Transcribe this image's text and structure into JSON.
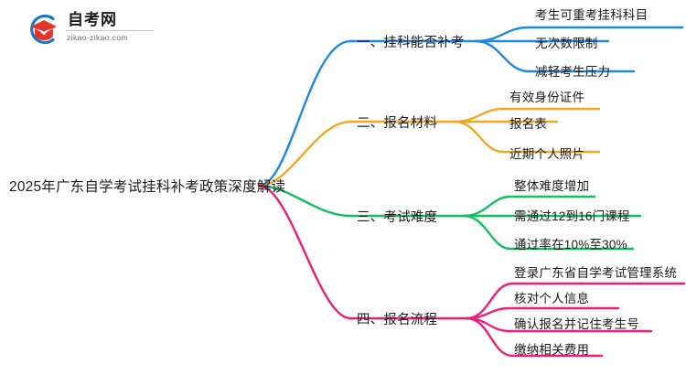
{
  "logo": {
    "name_cn": "自考网",
    "url": "zikao-zikao.com",
    "mark_icon": "graduation-cap-icon",
    "arc_color": "#1878c8",
    "cap_color": "#e8332a"
  },
  "mindmap": {
    "root": {
      "label": "2025年广东自学考试挂科补考政策深度解读"
    },
    "branches": [
      {
        "index": "1",
        "label": "一、挂科能否补考",
        "color": "#1E88E5",
        "children": [
          {
            "label": "考生可重考挂科科目"
          },
          {
            "label": "无次数限制"
          },
          {
            "label": "减轻考生压力"
          }
        ]
      },
      {
        "index": "2",
        "label": "二、报名材料",
        "color": "#F0A81E",
        "children": [
          {
            "label": "有效身份证件"
          },
          {
            "label": "报名表"
          },
          {
            "label": "近期个人照片"
          }
        ]
      },
      {
        "index": "3",
        "label": "三、考试难度",
        "color": "#13BF5E",
        "children": [
          {
            "label": "整体难度增加"
          },
          {
            "label": "需通过12到16门课程"
          },
          {
            "label": "通过率在10%至30%"
          }
        ]
      },
      {
        "index": "4",
        "label": "四、报名流程",
        "color": "#EC1E79",
        "children": [
          {
            "label": "登录广东省自学考试管理系统"
          },
          {
            "label": "核对个人信息"
          },
          {
            "label": "确认报名并记住考生号"
          },
          {
            "label": "缴纳相关费用"
          }
        ]
      }
    ]
  }
}
